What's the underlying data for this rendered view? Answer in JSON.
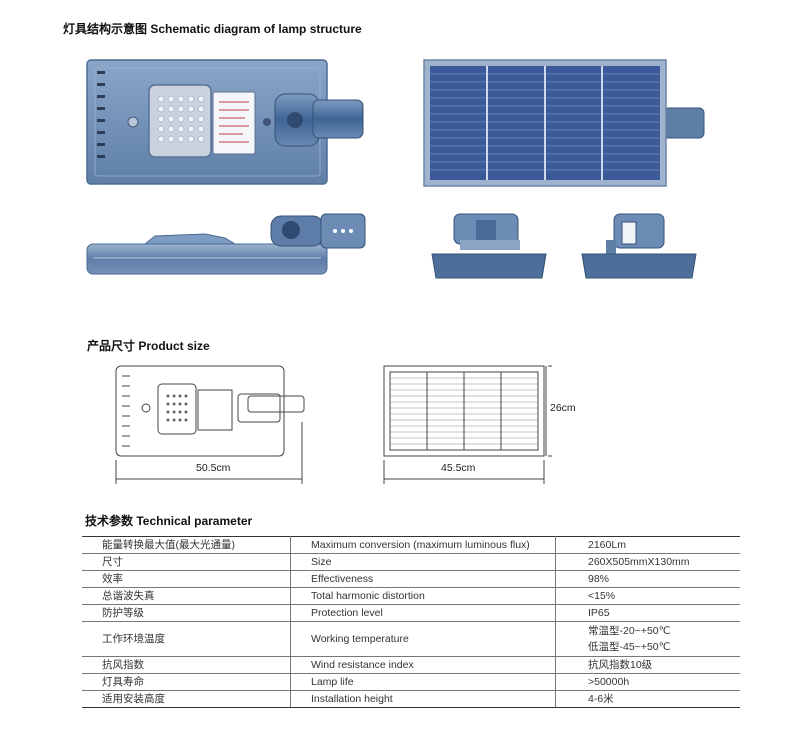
{
  "sections": {
    "structure_title": "灯具结构示意图 Schematic diagram of lamp structure",
    "size_title": "产品尺寸 Product size",
    "param_title": "技术参数 Technical parameter"
  },
  "dimensions": {
    "lamp_length": "50.5cm",
    "panel_length": "45.5cm",
    "panel_width": "26cm"
  },
  "colors": {
    "lamp_body": "#6f8fb8",
    "lamp_dark": "#4b6d98",
    "panel_cell": "#3c5a9a",
    "panel_frame": "#9fb3cc"
  },
  "parameters": [
    {
      "cn": "能量转换最大值(最大光通量)",
      "en": "Maximum conversion (maximum luminous flux)",
      "value": "2160Lm"
    },
    {
      "cn": "尺寸",
      "en": "Size",
      "value": "260X505mmX130mm"
    },
    {
      "cn": "效率",
      "en": "Effectiveness",
      "value": "98%"
    },
    {
      "cn": "总谐波失真",
      "en": "Total harmonic distortion",
      "value": "<15%"
    },
    {
      "cn": "防护等级",
      "en": "Protection level",
      "value": "IP65"
    },
    {
      "cn": "工作环境温度",
      "en": "Working temperature",
      "value": "常温型-20~+50℃",
      "value2": "低温型-45~+50℃"
    },
    {
      "cn": "抗风指数",
      "en": "Wind resistance index",
      "value": "抗风指数10级"
    },
    {
      "cn": "灯具寿命",
      "en": "Lamp life",
      "value": ">50000h"
    },
    {
      "cn": "适用安装高度",
      "en": "Installation height",
      "value": "4-6米"
    }
  ]
}
